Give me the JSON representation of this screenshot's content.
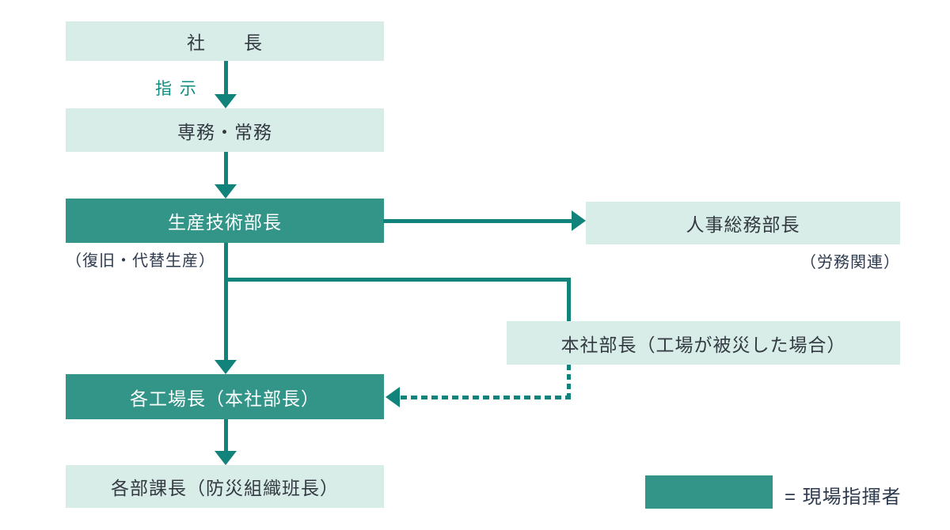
{
  "colors": {
    "accent_dark": "#339488",
    "accent_light": "#d8ece8",
    "line_teal": "#12837a",
    "label_teal": "#0e8c81",
    "text_dark": "#333a42",
    "text_navy": "#2e3a4e"
  },
  "nodes": {
    "president": {
      "label": "社　　長"
    },
    "executives": {
      "label": "専務・常務"
    },
    "production_director": {
      "label": "生産技術部長",
      "note": "（復旧・代替生産）"
    },
    "hr_director": {
      "label": "人事総務部長",
      "note": "（労務関連）"
    },
    "hq_director": {
      "label": "本社部長（工場が被災した場合）"
    },
    "plant_managers": {
      "label": "各工場長（本社部長）"
    },
    "section_chiefs": {
      "label": "各部課長（防災組織班長）"
    }
  },
  "edges": {
    "instruction_label": "指 示"
  },
  "legend": {
    "equals_label": "= 現場指揮者"
  }
}
